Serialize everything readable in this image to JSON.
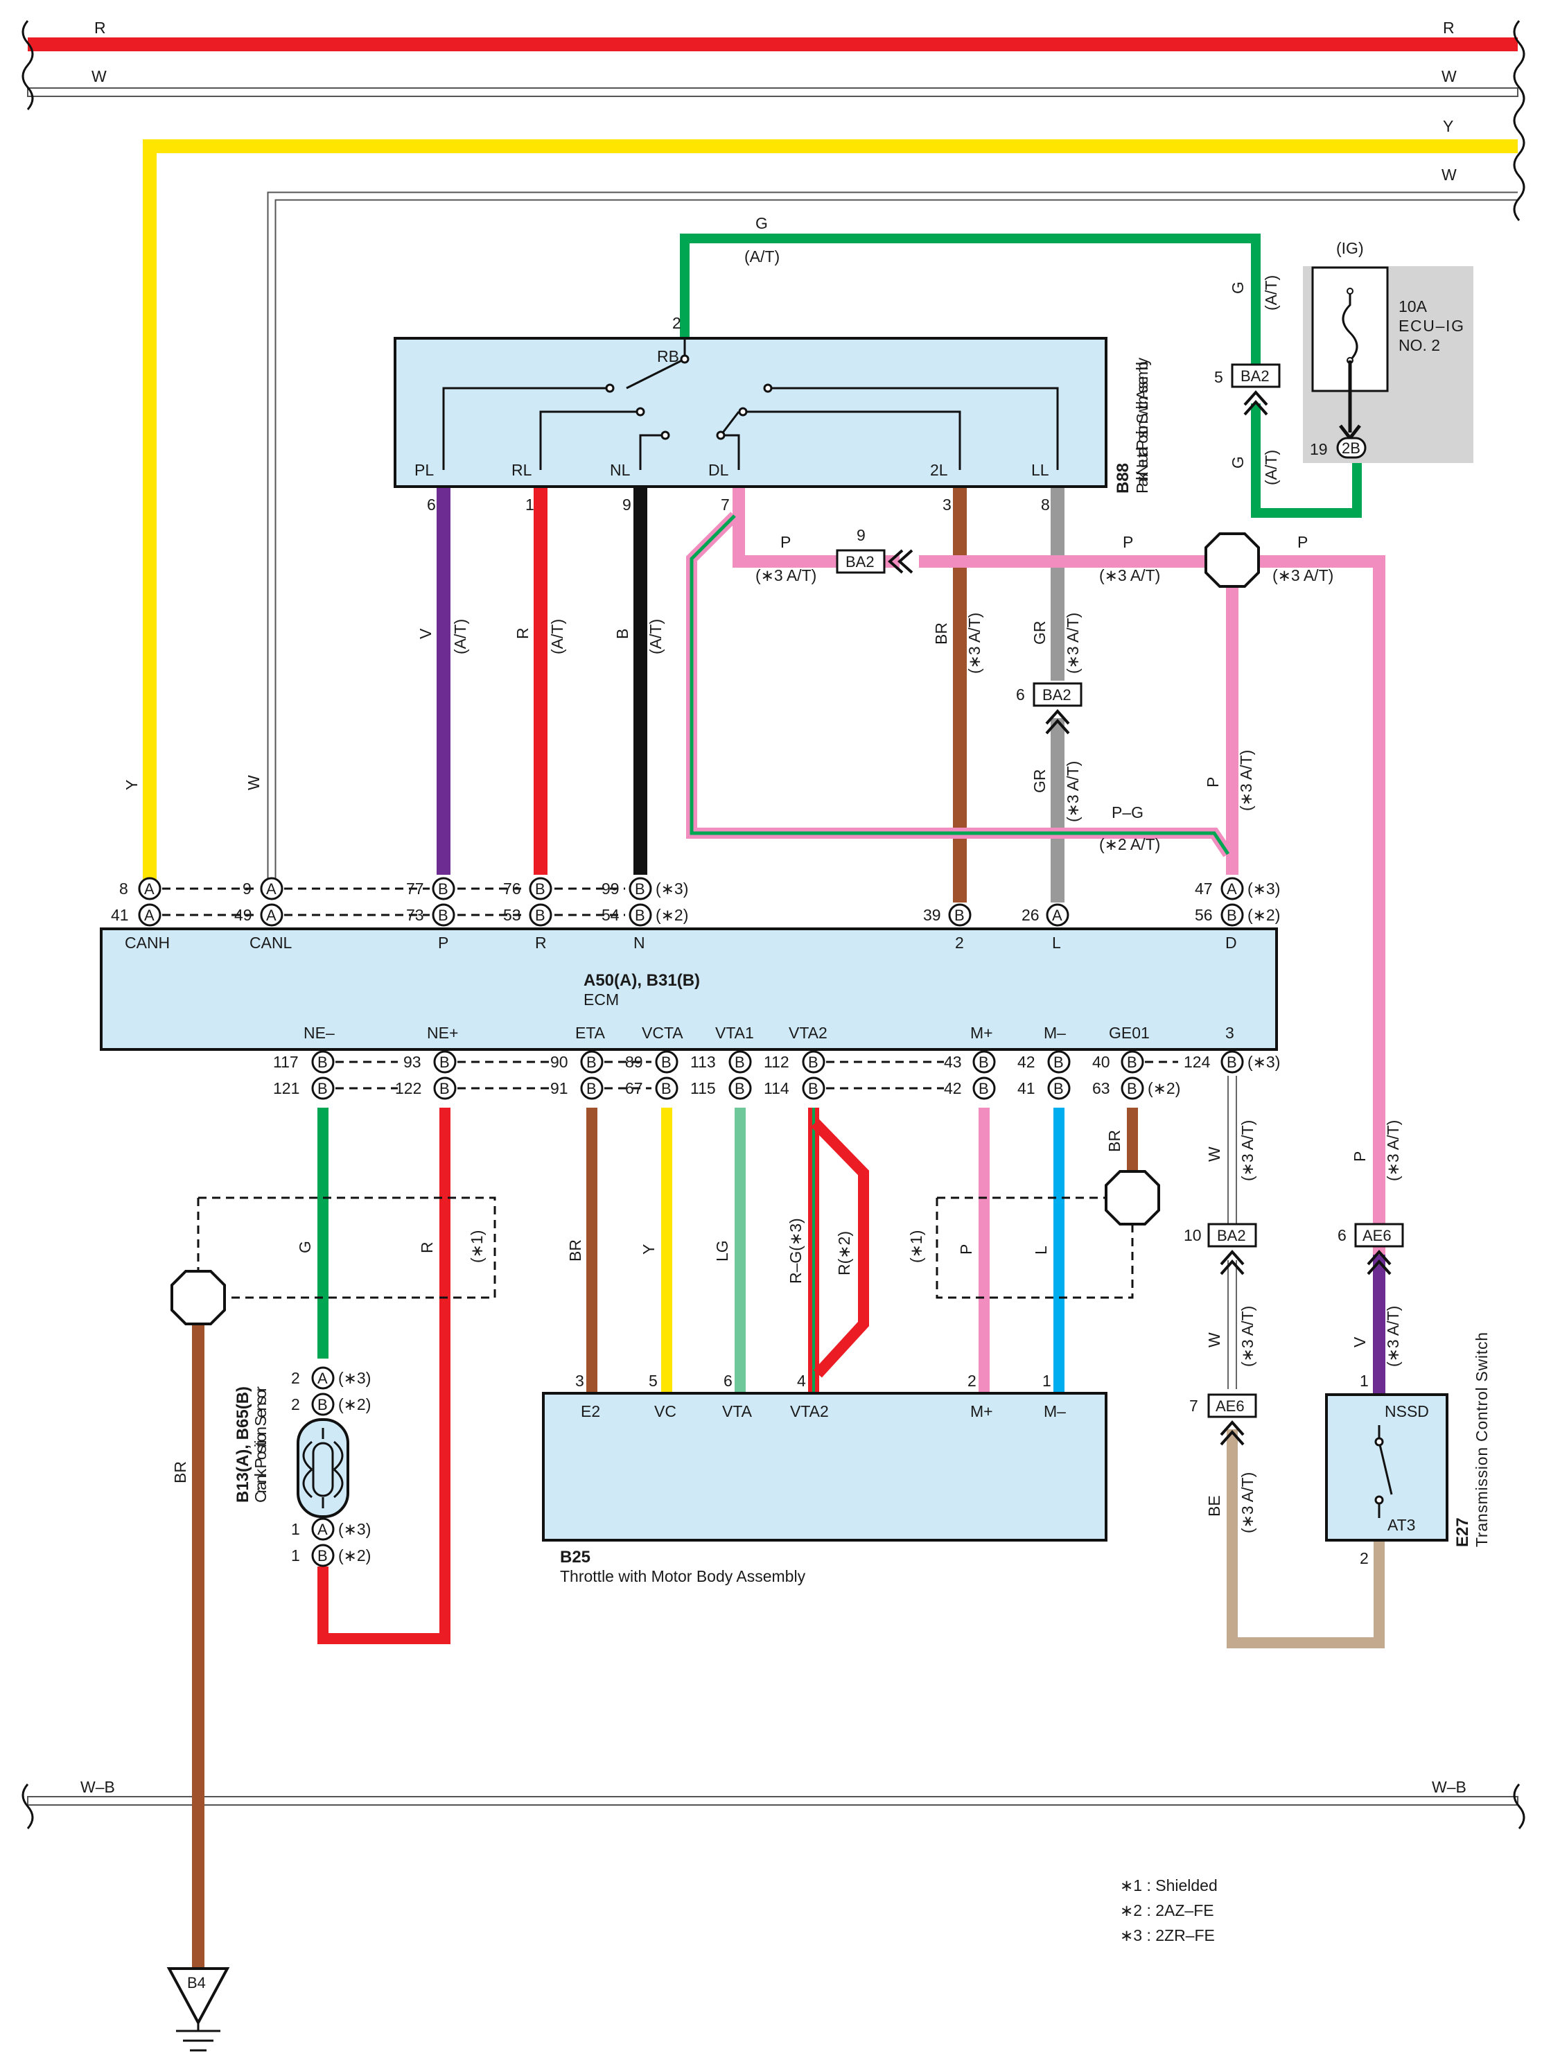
{
  "wire_colors": {
    "R": "#ec1c24",
    "W": "#ffffff",
    "Y": "#ffe500",
    "G": "#00a651",
    "V": "#6d2c91",
    "B": "#111111",
    "BR": "#a0522d",
    "GR": "#999999",
    "P": "#f28dc0",
    "LG": "#6fc89a",
    "L": "#00aeef",
    "BE": "#c3a98e",
    "WB": "#ffffff"
  },
  "box_fill": "#cfe9f7",
  "fuse_box_fill": "#d4d4d4",
  "bus_labels": {
    "r": "R",
    "w": "W",
    "y": "Y",
    "w2": "W",
    "wb": "W–B"
  },
  "components": {
    "pnp_switch": {
      "code": "B88",
      "name": "Park/Neutral Position Switch Assembly"
    },
    "ecm": {
      "code": "A50(A), B31(B)",
      "name": "ECM"
    },
    "throttle": {
      "code": "B25",
      "name": "Throttle with Motor Body Assembly"
    },
    "crank": {
      "code": "B13(A), B65(B)",
      "name": "Crank Position Sensor"
    },
    "tcs": {
      "code": "E27",
      "name": "Transmission Control Switch"
    },
    "fuse": {
      "ig": "(IG)",
      "rating": "10A",
      "name": "ECU–IG NO. 2",
      "connector": "2B",
      "pin": "19"
    },
    "ground": {
      "code": "B4"
    }
  },
  "pnp_terminals": [
    "RB",
    "PL",
    "RL",
    "NL",
    "DL",
    "2L",
    "LL"
  ],
  "ecm_top_terminals": [
    "CANH",
    "CANL",
    "P",
    "R",
    "N",
    "2",
    "L",
    "D"
  ],
  "ecm_bottom_terminals": [
    "NE–",
    "NE+",
    "ETA",
    "VCTA",
    "VTA1",
    "VTA2",
    "M+",
    "M–",
    "GE01",
    "3"
  ],
  "throttle_terminals": [
    "E2",
    "VC",
    "VTA",
    "VTA2",
    "M+",
    "M–"
  ],
  "tcs_terminals": [
    "NSSD",
    "AT3"
  ],
  "junctions": {
    "ba2": "BA2",
    "ae6": "AE6"
  },
  "notes": [
    "∗1 : Shielded",
    "∗2 : 2AZ–FE",
    "∗3 : 2ZR–FE"
  ]
}
